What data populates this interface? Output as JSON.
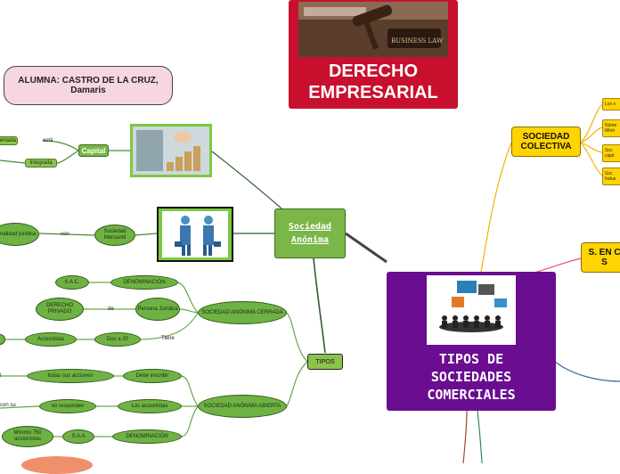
{
  "header": {
    "title_line1": "DERECHO",
    "title_line2": "EMPRESARIAL",
    "image_caption": "BUSINESS LAW"
  },
  "author": {
    "text_line1": "ALUMNA: CASTRO DE LA CRUZ,",
    "text_line2": "Damaris"
  },
  "central": {
    "line1": "TIPOS DE",
    "line2": "SOCIEDADES",
    "line3": "COMERCIALES"
  },
  "sociedad_anonima": {
    "line1": "Sociedad",
    "line2": "Anónima"
  },
  "tipos": "TIPOS",
  "capital": {
    "label": "Capital",
    "connector": "está",
    "left_top": "tentada",
    "left_bottom": "Integrada"
  },
  "mercantil": {
    "pill": "Sociedad Mercantil",
    "connector": "con",
    "left": "sonalidad jurídica"
  },
  "cerrada": {
    "node": "SOCIEDAD ANÓNIMA CERRADA",
    "sac": "S.A.C.",
    "denominacion": "DENOMINACIÓN",
    "derecho_privado": "DERECHO PRIVADO",
    "de": "de",
    "persona_juridica": "Persona Jurídica",
    "accionistas": "Accionistas",
    "dos_a_20": "Dos a 20",
    "tiene": "Tiene"
  },
  "abierta": {
    "node": "SOCIEDAD ANÓNIMA ABIERTA",
    "todas_acciones": "todas sus acciones",
    "debe_inscribir": "Debe inscribir",
    "no_responden": "no responden",
    "los_accionistas": "Los accionistas",
    "con_su": "con su",
    "minimo": "Mínimo 750 accionistas",
    "saa": "S.A.A",
    "denominacion": "DENOMINACIÓN"
  },
  "colectiva": {
    "line1": "SOCIEDAD",
    "line2": "COLECTIVA",
    "items": [
      "Los s",
      "Núme Mínir",
      "Soc capit",
      "Soc Indus"
    ]
  },
  "s_en": {
    "line1": "S. EN C",
    "line2": "S"
  },
  "colors": {
    "red_header": "#c8102e",
    "central_purple": "#6a0d91",
    "green_node": "#7ab648",
    "yellow_node": "#ffd400",
    "author_pink": "#f6d6df"
  }
}
